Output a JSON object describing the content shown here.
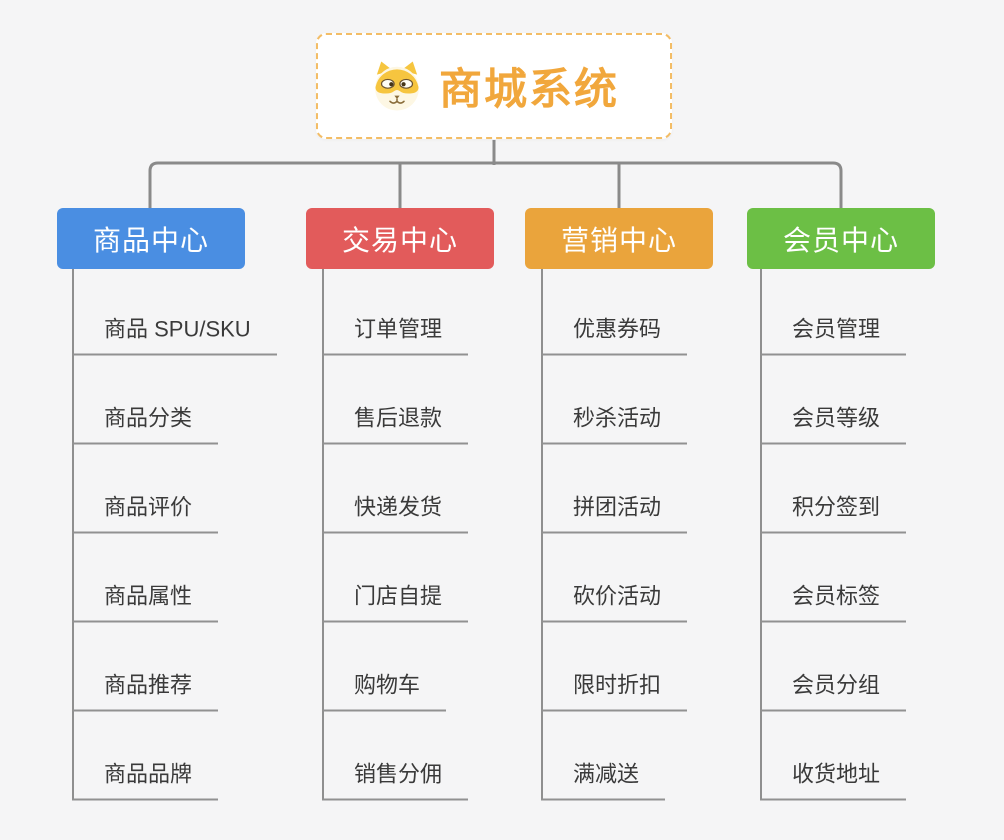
{
  "root": {
    "title": "商城系统",
    "icon": "dog-face-icon",
    "title_color": "#F1A73C",
    "border_color": "#F3BD66"
  },
  "tree": {
    "branches": [
      {
        "label": "商品中心",
        "color": "#4A8EE2",
        "children": [
          "商品 SPU/SKU",
          "商品分类",
          "商品评价",
          "商品属性",
          "商品推荐",
          "商品品牌"
        ]
      },
      {
        "label": "交易中心",
        "color": "#E25B5B",
        "children": [
          "订单管理",
          "售后退款",
          "快递发货",
          "门店自提",
          "购物车",
          "销售分佣"
        ]
      },
      {
        "label": "营销中心",
        "color": "#EAA43C",
        "children": [
          "优惠券码",
          "秒杀活动",
          "拼团活动",
          "砍价活动",
          "限时折扣",
          "满减送"
        ]
      },
      {
        "label": "会员中心",
        "color": "#6CBF45",
        "children": [
          "会员管理",
          "会员等级",
          "积分签到",
          "会员标签",
          "会员分组",
          "收货地址"
        ]
      }
    ]
  },
  "colors": {
    "connector_line": "#8A8A8A",
    "leaf_underline": "#919191",
    "leaf_text": "#3A3A3A",
    "background": "#F5F5F6",
    "root_background": "#FFFFFF"
  }
}
